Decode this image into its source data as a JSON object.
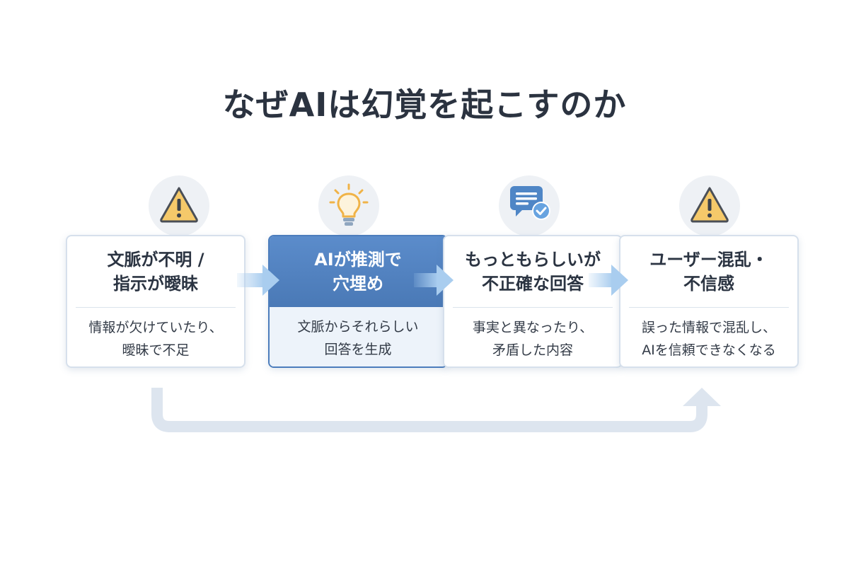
{
  "title": "なぜAIは幻覚を起こすのか",
  "steps": [
    {
      "icon": "warning-icon",
      "heading": [
        "文脈が不明 /",
        "指示が曖昧"
      ],
      "body": [
        "情報が欠けていたり、",
        "曖昧で不足"
      ]
    },
    {
      "icon": "lightbulb-icon",
      "heading": [
        "AIが推測で",
        "穴埋め"
      ],
      "body": [
        "文脈からそれらしい",
        "回答を生成"
      ],
      "highlighted": true
    },
    {
      "icon": "chat-check-icon",
      "heading": [
        "もっともらしいが",
        "不正確な回答"
      ],
      "body": [
        "事実と異なったり、",
        "矛盾した内容"
      ]
    },
    {
      "icon": "warning-icon",
      "heading": [
        "ユーザー混乱・",
        "不信感"
      ],
      "body": [
        "誤った情報で混乱し、",
        "AIを信頼できなくなる"
      ]
    }
  ],
  "colors": {
    "accent": "#4a79b6",
    "arrow": "#a9cdef",
    "warning": "#f5c96a",
    "loop": "#dde5ef"
  }
}
